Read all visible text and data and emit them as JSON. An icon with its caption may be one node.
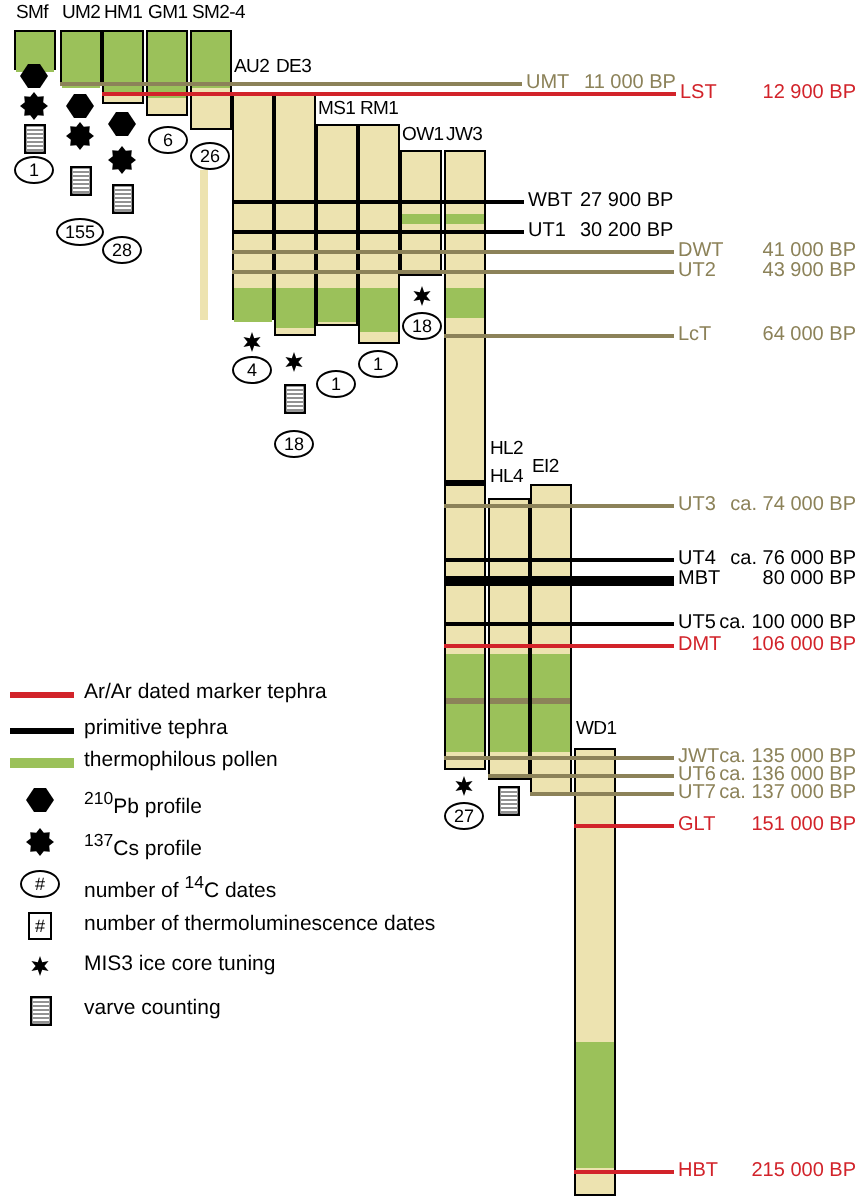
{
  "diagram": {
    "nodes": [
      {
        "text": [
          "SMf"
        ]
      },
      {
        "text": [
          "UM2"
        ]
      },
      {
        "text": [
          "HM1"
        ]
      },
      {
        "text": [
          "GM1"
        ]
      },
      {
        "text": [
          "SM2-4"
        ]
      },
      {
        "text": [
          "AU2"
        ]
      },
      {
        "text": [
          "DE3"
        ]
      },
      {
        "text": [
          "MS1"
        ]
      },
      {
        "text": [
          "RM1"
        ]
      },
      {
        "text": [
          "OW1"
        ]
      },
      {
        "text": [
          "JW3"
        ]
      },
      {
        "text": [
          "HL2",
          "HL4"
        ]
      },
      {
        "text": [
          "EI2"
        ]
      },
      {
        "text": [
          "WD1"
        ]
      },
      {
        "text": [
          "UMT"
        ],
        "beside": [
          "11 000 BP"
        ]
      },
      {
        "text": [
          "LST"
        ],
        "beside": [
          "12 900 BP"
        ]
      },
      {
        "text": [
          "WBT"
        ],
        "beside": [
          "27 900 BP"
        ]
      },
      {
        "text": [
          "UT1"
        ],
        "beside": [
          "30 200 BP"
        ]
      },
      {
        "text": [
          "DWT"
        ],
        "beside": [
          "41 000 BP"
        ]
      },
      {
        "text": [
          "UT2"
        ],
        "beside": [
          "43 900 BP"
        ]
      },
      {
        "text": [
          "LcT"
        ],
        "beside": [
          "64 000 BP"
        ]
      },
      {
        "text": [
          "UT3"
        ],
        "beside": [
          "ca. 74 000 BP"
        ]
      },
      {
        "text": [
          "UT4"
        ],
        "beside": [
          "ca. 76 000 BP"
        ]
      },
      {
        "text": [
          "MBT"
        ],
        "beside": [
          "80 000 BP"
        ]
      },
      {
        "text": [
          "UT5"
        ],
        "beside": [
          "ca. 100 000 BP"
        ]
      },
      {
        "text": [
          "DMT"
        ],
        "beside": [
          "106 000 BP"
        ]
      },
      {
        "text": [
          "JWT"
        ],
        "beside": [
          "ca. 135 000 BP"
        ]
      },
      {
        "text": [
          "UT6"
        ],
        "beside": [
          "ca. 136 000 BP"
        ]
      },
      {
        "text": [
          "UT7"
        ],
        "beside": [
          "ca. 137 000 BP"
        ]
      },
      {
        "text": [
          "GLT"
        ],
        "beside": [
          "151 000 BP"
        ]
      },
      {
        "text": [
          "HBT"
        ],
        "beside": [
          "215 000 BP"
        ]
      }
    ],
    "edges": [
      {
        "from": 1,
        "to": 14,
        "arrow": "none"
      },
      {
        "from": 2,
        "to": 14,
        "arrow": "none"
      },
      {
        "from": 3,
        "to": 14,
        "arrow": "none"
      },
      {
        "from": 4,
        "to": 14,
        "arrow": "none"
      },
      {
        "from": 2,
        "to": 15,
        "arrow": "none",
        "color": "#d2232a"
      },
      {
        "from": 3,
        "to": 15,
        "arrow": "none",
        "color": "#d2232a"
      },
      {
        "from": 4,
        "to": 15,
        "arrow": "none",
        "color": "#d2232a"
      },
      {
        "from": 5,
        "to": 15,
        "arrow": "none",
        "color": "#d2232a"
      },
      {
        "from": 6,
        "to": 15,
        "arrow": "none",
        "color": "#d2232a"
      },
      {
        "from": 5,
        "to": 16,
        "arrow": "none",
        "color": "#000000"
      },
      {
        "from": 6,
        "to": 16,
        "arrow": "none",
        "color": "#000000"
      },
      {
        "from": 7,
        "to": 16,
        "arrow": "none",
        "color": "#000000"
      },
      {
        "from": 8,
        "to": 16,
        "arrow": "none",
        "color": "#000000"
      },
      {
        "from": 9,
        "to": 16,
        "arrow": "none",
        "color": "#000000"
      },
      {
        "from": 10,
        "to": 16,
        "arrow": "none",
        "color": "#000000"
      },
      {
        "from": 5,
        "to": 17,
        "arrow": "none",
        "color": "#000000"
      },
      {
        "from": 6,
        "to": 17,
        "arrow": "none",
        "color": "#000000"
      },
      {
        "from": 7,
        "to": 17,
        "arrow": "none",
        "color": "#000000"
      },
      {
        "from": 8,
        "to": 17,
        "arrow": "none",
        "color": "#000000"
      },
      {
        "from": 9,
        "to": 17,
        "arrow": "none",
        "color": "#000000"
      },
      {
        "from": 10,
        "to": 17,
        "arrow": "none",
        "color": "#000000"
      },
      {
        "from": 5,
        "to": 18,
        "arrow": "none"
      },
      {
        "from": 6,
        "to": 18,
        "arrow": "none"
      },
      {
        "from": 7,
        "to": 18,
        "arrow": "none"
      },
      {
        "from": 8,
        "to": 18,
        "arrow": "none"
      },
      {
        "from": 9,
        "to": 18,
        "arrow": "none"
      },
      {
        "from": 10,
        "to": 18,
        "arrow": "none"
      },
      {
        "from": 5,
        "to": 19,
        "arrow": "none"
      },
      {
        "from": 6,
        "to": 19,
        "arrow": "none"
      },
      {
        "from": 7,
        "to": 19,
        "arrow": "none"
      },
      {
        "from": 8,
        "to": 19,
        "arrow": "none"
      },
      {
        "from": 9,
        "to": 19,
        "arrow": "none"
      },
      {
        "from": 10,
        "to": 19,
        "arrow": "none"
      },
      {
        "from": 10,
        "to": 20,
        "arrow": "none"
      },
      {
        "from": 10,
        "to": 21,
        "arrow": "none"
      },
      {
        "from": 11,
        "to": 21,
        "arrow": "none"
      },
      {
        "from": 12,
        "to": 21,
        "arrow": "none"
      },
      {
        "from": 10,
        "to": 22,
        "arrow": "none",
        "color": "#000000"
      },
      {
        "from": 11,
        "to": 22,
        "arrow": "none",
        "color": "#000000"
      },
      {
        "from": 12,
        "to": 22,
        "arrow": "none",
        "color": "#000000"
      },
      {
        "from": 10,
        "to": 23,
        "arrow": "none",
        "style": "thick",
        "color": "#000000"
      },
      {
        "from": 11,
        "to": 23,
        "arrow": "none",
        "style": "thick",
        "color": "#000000"
      },
      {
        "from": 12,
        "to": 23,
        "arrow": "none",
        "style": "thick",
        "color": "#000000"
      },
      {
        "from": 10,
        "to": 24,
        "arrow": "none",
        "color": "#000000"
      },
      {
        "from": 11,
        "to": 24,
        "arrow": "none",
        "color": "#000000"
      },
      {
        "from": 12,
        "to": 24,
        "arrow": "none",
        "color": "#000000"
      },
      {
        "from": 10,
        "to": 25,
        "arrow": "none",
        "color": "#d2232a"
      },
      {
        "from": 11,
        "to": 25,
        "arrow": "none",
        "color": "#d2232a"
      },
      {
        "from": 12,
        "to": 25,
        "arrow": "none",
        "color": "#d2232a"
      },
      {
        "from": 10,
        "to": 26,
        "arrow": "none"
      },
      {
        "from": 11,
        "to": 26,
        "arrow": "none"
      },
      {
        "from": 12,
        "to": 26,
        "arrow": "none"
      },
      {
        "from": 13,
        "to": 26,
        "arrow": "none"
      },
      {
        "from": 11,
        "to": 27,
        "arrow": "none"
      },
      {
        "from": 12,
        "to": 27,
        "arrow": "none"
      },
      {
        "from": 13,
        "to": 27,
        "arrow": "none"
      },
      {
        "from": 12,
        "to": 28,
        "arrow": "none"
      },
      {
        "from": 13,
        "to": 28,
        "arrow": "none"
      },
      {
        "from": 13,
        "to": 29,
        "arrow": "none",
        "color": "#d2232a"
      },
      {
        "from": 13,
        "to": 30,
        "arrow": "none",
        "color": "#d2232a"
      }
    ],
    "labels": [
      "6",
      "26",
      "1",
      "155",
      "28",
      "18",
      "1",
      "4",
      "1",
      "18",
      "27",
      "#",
      "#"
    ],
    "legend": [
      {
        "text": "Ar/Ar dated marker tephra",
        "color": "#d2232a"
      },
      {
        "text": "primitive tephra",
        "color": "#000000"
      },
      {
        "text": "thermophilous pollen",
        "color": "#9bc15a"
      },
      {
        "text": "$^{210}$Pb profile"
      },
      {
        "text": "$^{137}$Cs profile"
      },
      {
        "text": "number of $^{14}$C dates"
      },
      {
        "text": "number of thermoluminescence dates"
      },
      {
        "text": "MIS3 ice core tuning"
      },
      {
        "text": "varve counting"
      }
    ]
  }
}
